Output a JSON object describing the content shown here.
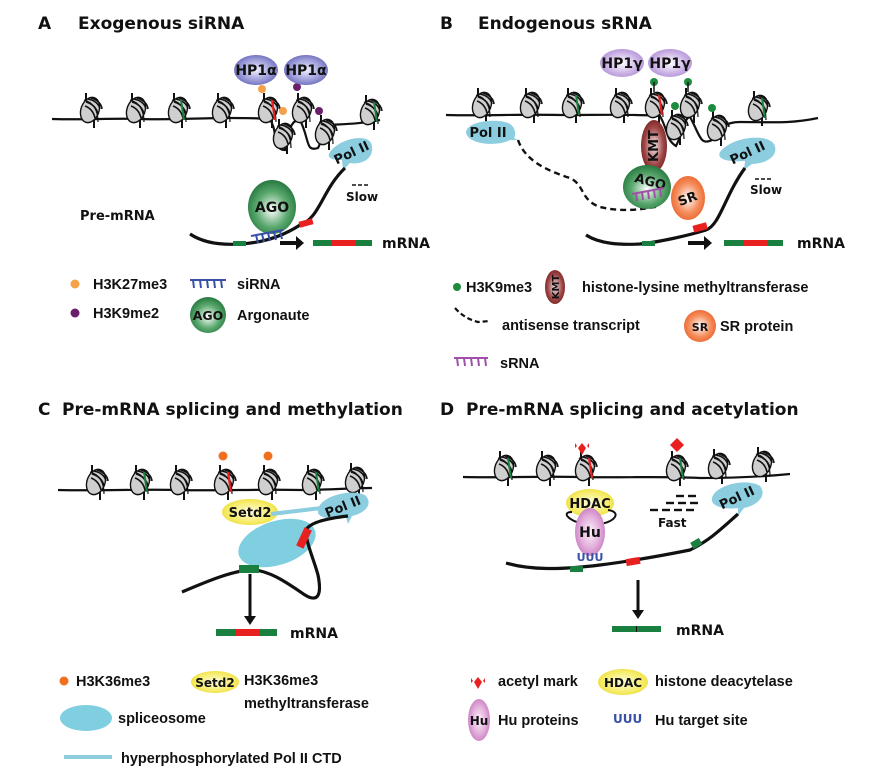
{
  "panels": {
    "A": {
      "letter": "A",
      "title": "Exogenous siRNA",
      "hp1_1": "HP1α",
      "hp1_2": "HP1α",
      "polii": "Pol II",
      "ago": "AGO",
      "pre_mrna": "Pre-mRNA",
      "slow": "Slow",
      "mrna": "mRNA",
      "legend": {
        "h3k27": "H3K27me3",
        "h3k9me2": "H3K9me2",
        "sirna": "siRNA",
        "ago_icon": "AGO",
        "argonaute": "Argonaute"
      }
    },
    "B": {
      "letter": "B",
      "title": "Endogenous sRNA",
      "hp1_1": "HP1γ",
      "hp1_2": "HP1γ",
      "polii_left": "Pol II",
      "polii_right": "Pol II",
      "kmt": "KMT",
      "ago": "AGO",
      "sr": "SR",
      "slow": "Slow",
      "mrna": "mRNA",
      "legend": {
        "h3k9me3": "H3K9me3",
        "kmt_icon": "KMT",
        "kmt_text": "histone-lysine methyltransferase",
        "antisense": "antisense transcript",
        "sr_icon": "SR",
        "sr_text": "SR protein",
        "srna": "sRNA"
      }
    },
    "C": {
      "letter": "C",
      "title": "Pre-mRNA splicing and methylation",
      "setd2": "Setd2",
      "polii": "Pol II",
      "mrna": "mRNA",
      "legend": {
        "h3k36": "H3K36me3",
        "setd2_icon": "Setd2",
        "setd2_text_1": "H3K36me3",
        "setd2_text_2": "methyltransferase",
        "spliceosome": "spliceosome",
        "ctd": "hyperphosphorylated Pol II CTD"
      }
    },
    "D": {
      "letter": "D",
      "title": "Pre-mRNA splicing and acetylation",
      "hdac": "HDAC",
      "hu": "Hu",
      "uuu": "UUU",
      "fast": "Fast",
      "polii": "Pol II",
      "mrna": "mRNA",
      "legend": {
        "acetyl": "acetyl mark",
        "hdac_icon": "HDAC",
        "hdac_text": "histone deacytelase",
        "hu_icon": "Hu",
        "hu_text": "Hu proteins",
        "uuu_icon": "UUU",
        "uuu_text": "Hu target site"
      }
    }
  },
  "colors": {
    "hp1a": "#6f6fc0",
    "hp1g": "#b79ad8",
    "polii": "#8ccde0",
    "ago": "#1e7a3a",
    "kmt": "#7a1f1f",
    "sr": "#f06a2a",
    "setd2": "#f2e64a",
    "spliceosome": "#7fcfe0",
    "hdac": "#f2e64a",
    "hu": "#d28ac8",
    "h3k27me3": "#f5a04a",
    "h3k9me2": "#6a1f6a",
    "h3k9me3": "#1e8a3e",
    "h3k36me3": "#f07020",
    "acetyl": "#e82020",
    "exon_green": "#1a8040",
    "exon_red": "#e82020",
    "sirna": "#3850a8",
    "srna": "#a050a8",
    "uuu": "#3850a8"
  }
}
